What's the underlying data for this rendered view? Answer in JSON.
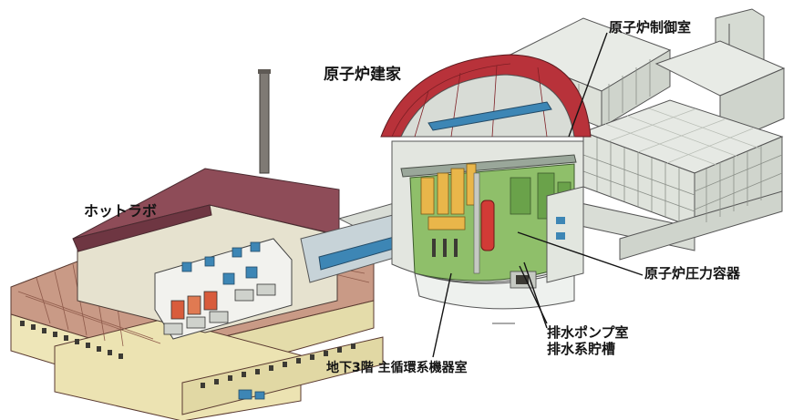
{
  "labels": {
    "control_room": "原子炉制御室",
    "reactor_building": "原子炉建家",
    "hot_lab": "ホットラボ",
    "pressure_vessel": "原子炉圧力容器",
    "drain_pump_room": "排水ポンプ室",
    "drain_tank": "排水系貯槽",
    "primary_loop_room": "地下3階 主循環系機器室"
  },
  "colors": {
    "line": "#141414",
    "dome_red": "#b8323a",
    "hot_lab_roof": "#8e4c58",
    "brick_wall": "#c08a7a",
    "cream_wall": "#ece3b2",
    "concrete": "#d9ddd6",
    "window_grid": "#eef1ee",
    "blue_equipment": "#3d86b5",
    "green_equipment": "#7fb55a",
    "yellow_equipment": "#e9b64a"
  }
}
